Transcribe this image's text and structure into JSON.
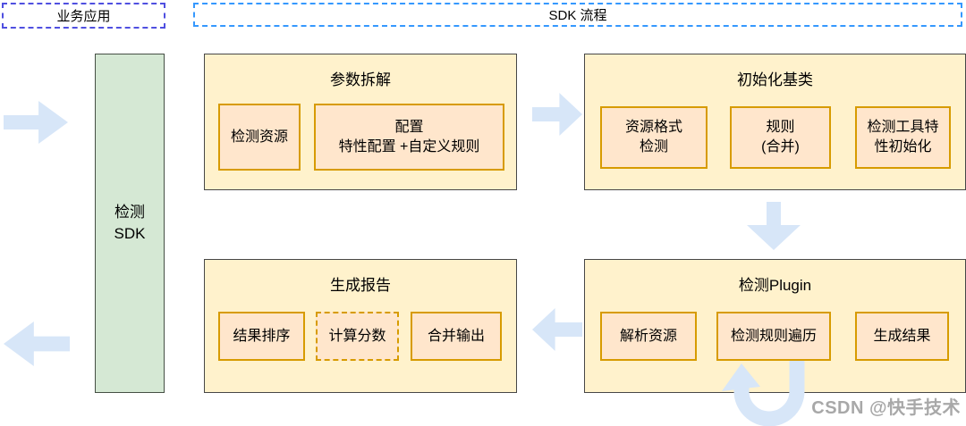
{
  "colors": {
    "arrow": "#d7e6f8",
    "group_fill": "#fff2cc",
    "group_border": "#474747",
    "item_fill": "#ffe6cc",
    "item_border": "#d79b00",
    "sdk_fill": "#d5e8d4",
    "business_border": "#4f4fe0",
    "flow_border": "#3598fe",
    "watermark": "#a8a8a8"
  },
  "headers": {
    "business_app": "业务应用",
    "sdk_flow": "SDK 流程"
  },
  "sdk_bar": {
    "line1": "检测",
    "line2": "SDK"
  },
  "groups": {
    "param": {
      "title": "参数拆解",
      "items": {
        "resource": {
          "line1": "检测资源"
        },
        "config": {
          "line1": "配置",
          "line2": "特性配置 +自定义规则"
        }
      }
    },
    "init": {
      "title": "初始化基类",
      "items": {
        "format": {
          "line1": "资源格式",
          "line2": "检测"
        },
        "rules": {
          "line1": "规则",
          "line2": "(合并)"
        },
        "tool": {
          "line1": "检测工具特",
          "line2": "性初始化"
        }
      }
    },
    "plugin": {
      "title": "检测Plugin",
      "items": {
        "parse": {
          "line1": "解析资源"
        },
        "traverse": {
          "line1": "检测规则遍历"
        },
        "result": {
          "line1": "生成结果"
        }
      }
    },
    "report": {
      "title": "生成报告",
      "items": {
        "sort": {
          "line1": "结果排序"
        },
        "score": {
          "line1": "计算分数"
        },
        "merge": {
          "line1": "合并输出"
        }
      }
    }
  },
  "watermark": "CSDN @快手技术"
}
